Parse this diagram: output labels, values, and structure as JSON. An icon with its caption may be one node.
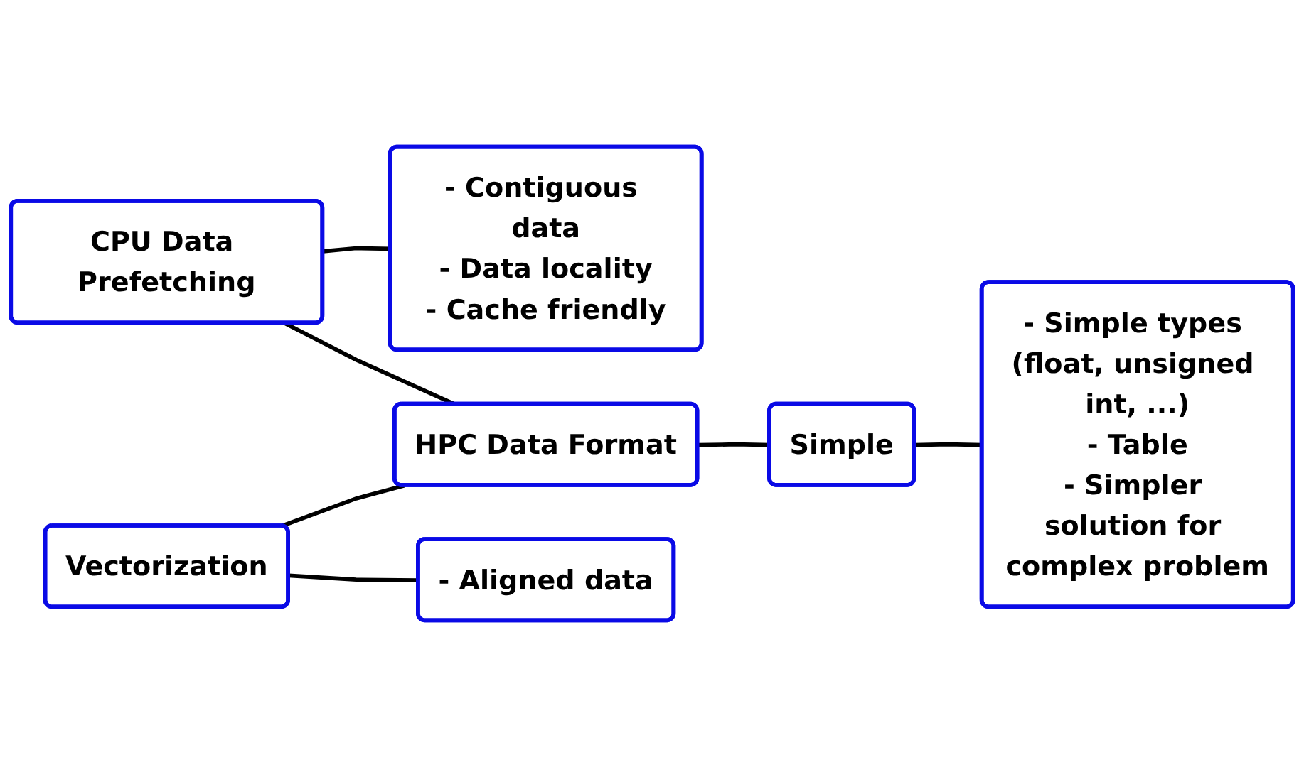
{
  "diagram": {
    "nodes": [
      {
        "text": [
          "CPU Data Prefetching"
        ]
      },
      {
        "text": [
          "- Contiguous data",
          "- Data locality",
          "- Cache friendly"
        ]
      },
      {
        "text": [
          "HPC Data Format"
        ]
      },
      {
        "text": [
          "Vectorization"
        ]
      },
      {
        "text": [
          "Simple"
        ]
      },
      {
        "text": [
          "- Aligned data"
        ]
      },
      {
        "text": [
          "- Simple types (float, unsigned int, ...)",
          "- Table",
          "- Simpler solution for complex problem"
        ]
      }
    ],
    "edges": [
      {
        "from": 0,
        "to": 1,
        "arrow": "none"
      },
      {
        "from": 0,
        "to": 2,
        "arrow": "none"
      },
      {
        "from": 3,
        "to": 2,
        "arrow": "none"
      },
      {
        "from": 2,
        "to": 4,
        "arrow": "none"
      },
      {
        "from": 3,
        "to": 5,
        "arrow": "none"
      },
      {
        "from": 4,
        "to": 6,
        "arrow": "none"
      }
    ]
  }
}
